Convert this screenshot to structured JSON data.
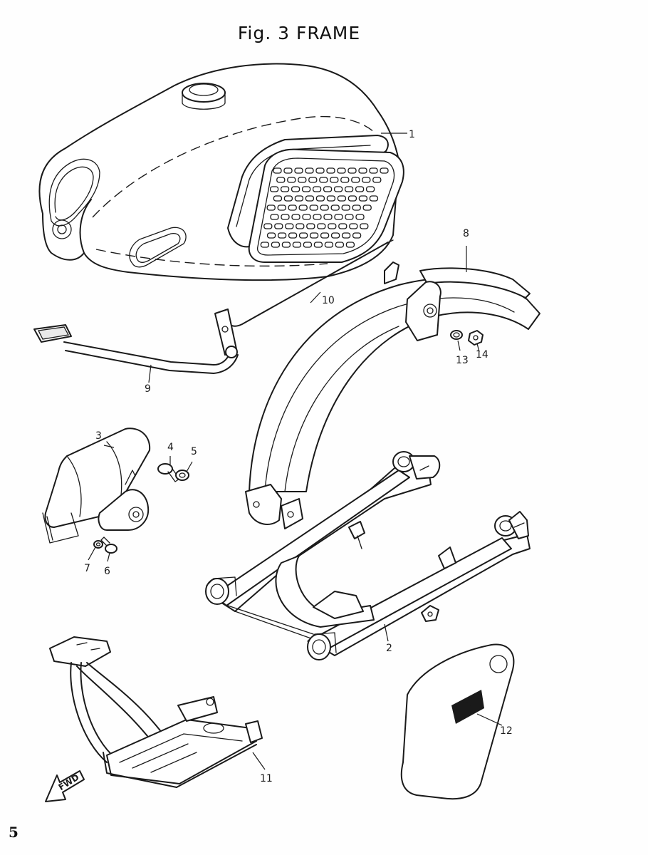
{
  "figure": {
    "title": "Fig. 3   FRAME",
    "page_number": "5",
    "direction_label": "FWD"
  },
  "callouts": [
    {
      "id": "1",
      "part": "fuel-tank"
    },
    {
      "id": "2",
      "part": "swing-arm-frame"
    },
    {
      "id": "3",
      "part": "bracket"
    },
    {
      "id": "4",
      "part": "bolt"
    },
    {
      "id": "5",
      "part": "washer"
    },
    {
      "id": "6",
      "part": "bolt"
    },
    {
      "id": "7",
      "part": "washer"
    },
    {
      "id": "8",
      "part": "rear-fender"
    },
    {
      "id": "9",
      "part": "brake-pedal"
    },
    {
      "id": "10",
      "part": "brake-rod"
    },
    {
      "id": "11",
      "part": "engine-guard"
    },
    {
      "id": "12",
      "part": "side-cover"
    },
    {
      "id": "13",
      "part": "collar"
    },
    {
      "id": "14",
      "part": "nut"
    }
  ]
}
